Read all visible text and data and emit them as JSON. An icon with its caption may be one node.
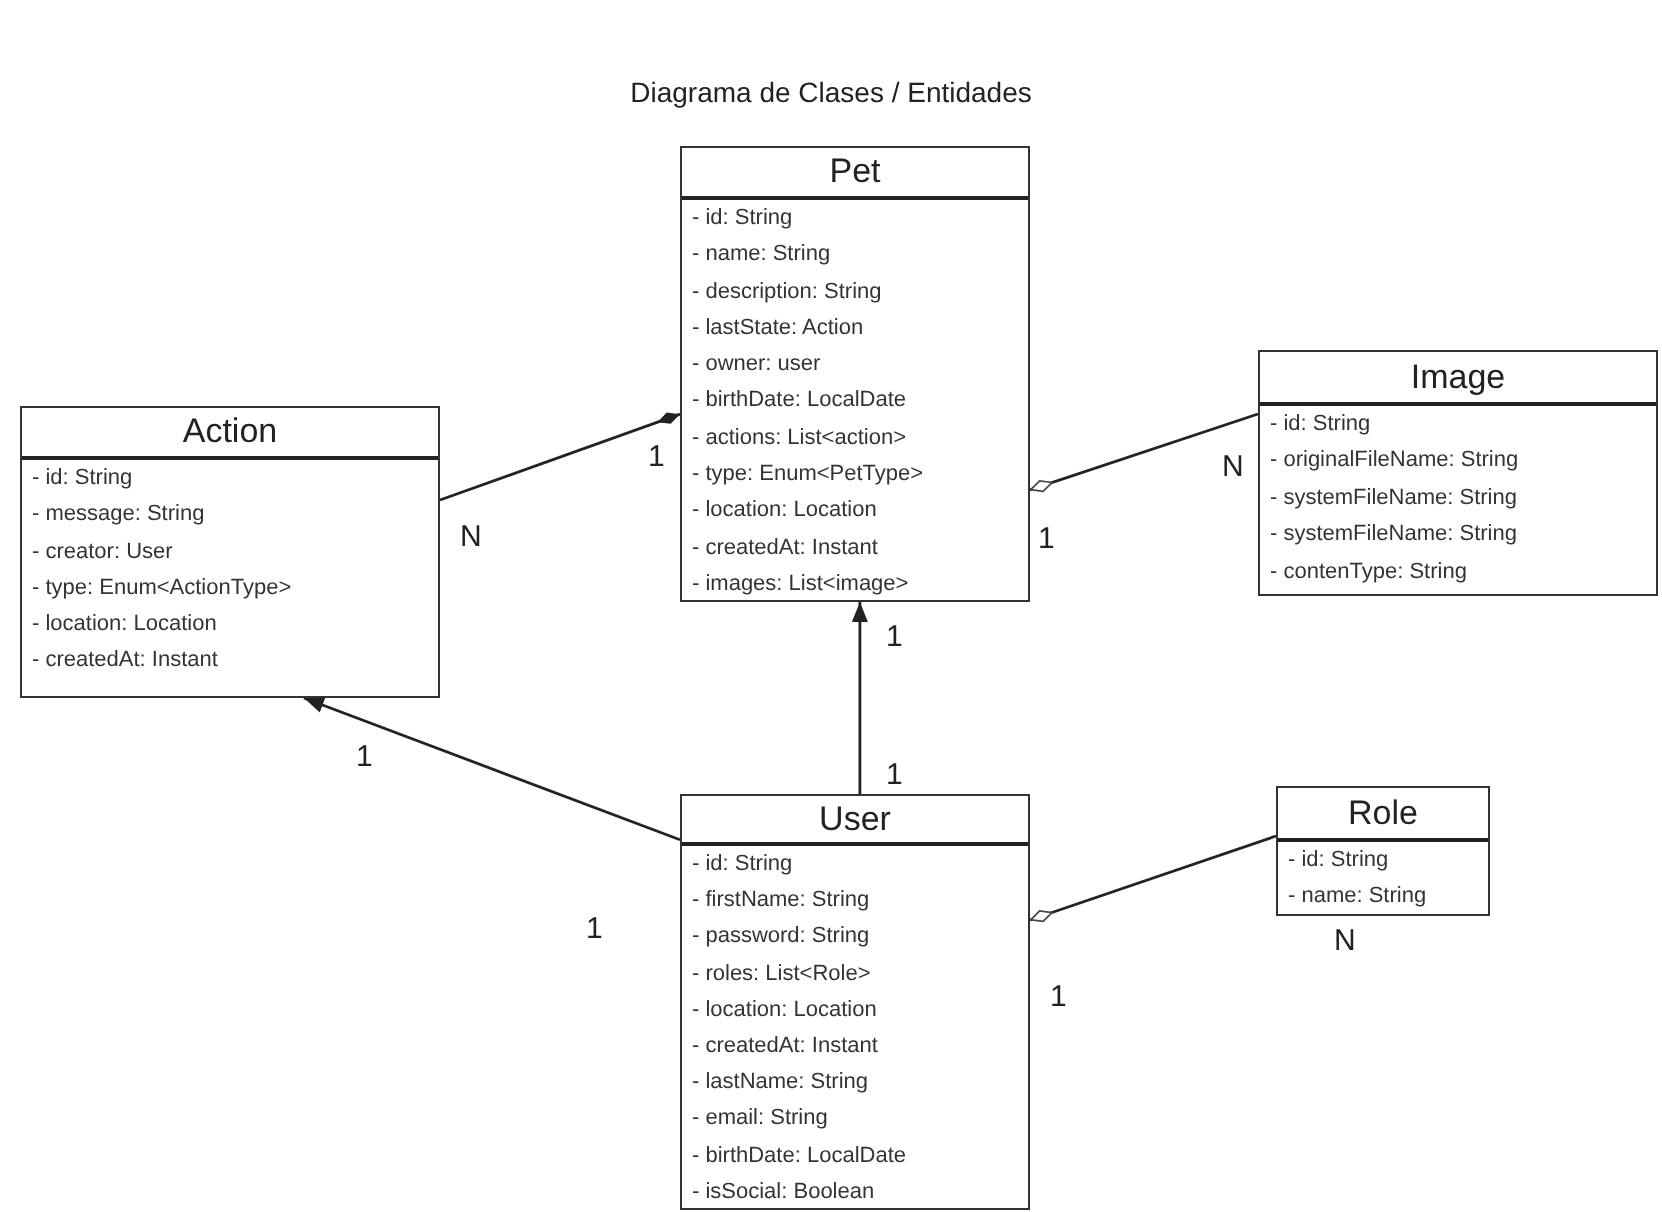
{
  "diagram": {
    "title": "Diagrama de Clases / Entidades",
    "nodes": [
      {
        "text": [
          "Pet",
          "- id: String",
          "- name: String",
          "- description: String",
          "- lastState: Action",
          "- owner: user",
          "- birthDate: LocalDate",
          "- actions: List<action>",
          "- type: Enum<PetType>",
          "- location: Location",
          "- createdAt: Instant",
          "- images: List<image>"
        ]
      },
      {
        "text": [
          "Image",
          "- id: String",
          "- originalFileName: String",
          "- systemFileName: String",
          "- systemFileName: String",
          "- contenType: String"
        ]
      },
      {
        "text": [
          "Action",
          "- id: String",
          "- message: String",
          "- creator: User",
          "- type: Enum<ActionType>",
          "- location: Location",
          "- createdAt:  Instant"
        ]
      },
      {
        "text": [
          "Role",
          "- id: String",
          "- name: String"
        ]
      },
      {
        "text": [
          "User",
          "- id: String",
          "- firstName: String",
          "- password: String",
          "- roles: List<Role>",
          "- location: Location",
          "- createdAt:  Instant",
          "- lastName: String",
          "- email: String",
          "- birthDate: LocalDate",
          "- isSocial: Boolean"
        ]
      }
    ],
    "edges": [
      {
        "from": 0,
        "to": 2,
        "arrow": "other"
      },
      {
        "from": 0,
        "to": 1,
        "arrow": "other"
      },
      {
        "from": 4,
        "to": 0,
        "arrow": "to"
      },
      {
        "from": 4,
        "to": 2,
        "arrow": "to"
      },
      {
        "from": 4,
        "to": 3,
        "arrow": "other"
      }
    ],
    "labels": [
      "1",
      "N",
      "N",
      "1",
      "1",
      "1",
      "1",
      "1",
      "N",
      "1"
    ]
  }
}
